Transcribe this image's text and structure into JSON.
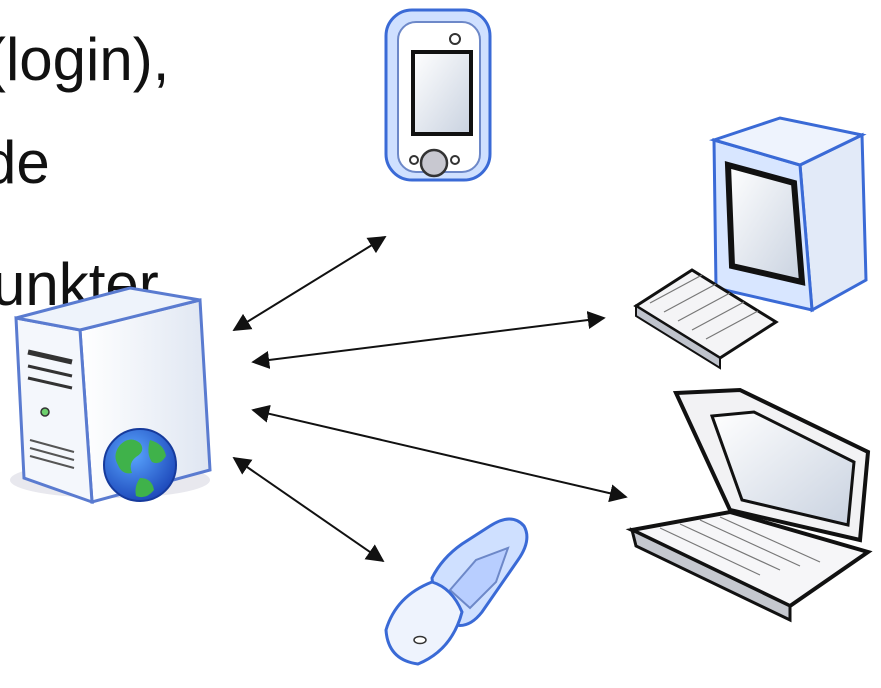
{
  "text_lines": [
    "(login),",
    "de",
    "unkter."
  ],
  "devices": [
    {
      "id": "server",
      "icon": "server-globe-icon"
    },
    {
      "id": "pda",
      "icon": "pda-icon"
    },
    {
      "id": "desktop",
      "icon": "desktop-computer-icon"
    },
    {
      "id": "laptop",
      "icon": "laptop-icon"
    },
    {
      "id": "phone",
      "icon": "flip-phone-icon"
    }
  ],
  "colors": {
    "device_outline": "#3a6ad6",
    "device_fill": "#d8e6ff",
    "line": "#111111"
  }
}
